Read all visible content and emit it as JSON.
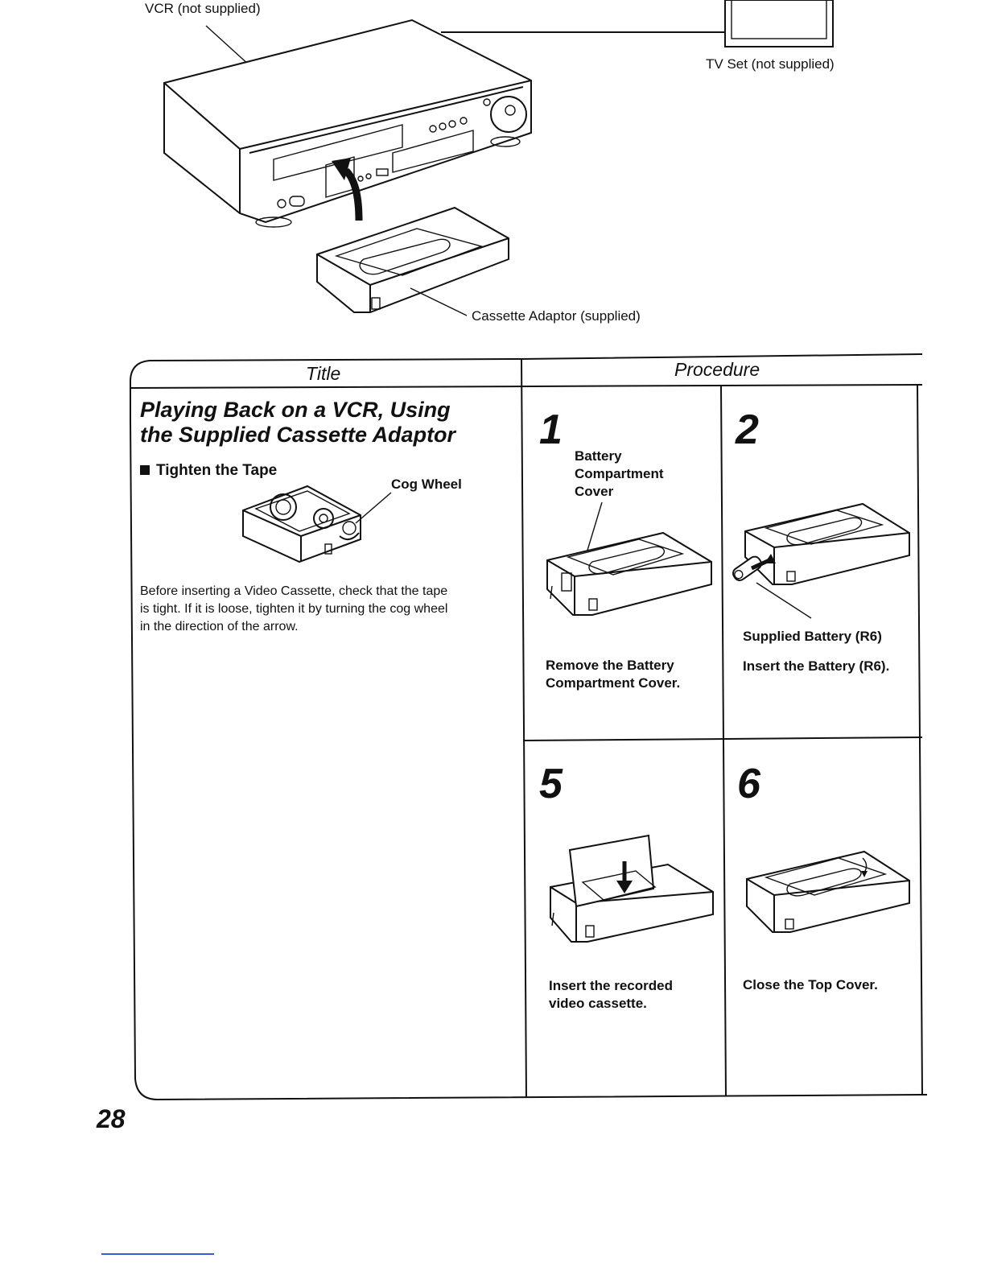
{
  "top_illustration": {
    "vcr_label": "VCR (not supplied)",
    "tv_label": "TV Set (not supplied)",
    "adaptor_label": "Cassette Adaptor (supplied)"
  },
  "table": {
    "title_header": "Title",
    "procedure_header": "Procedure"
  },
  "section": {
    "title_line1": "Playing Back on a VCR, Using",
    "title_line2": "the Supplied Cassette Adaptor",
    "bullet_heading": "Tighten the Tape",
    "cog_wheel_label": "Cog Wheel",
    "body_line1": "Before inserting a Video Cassette, check that the tape",
    "body_line2": "is tight. If it is loose, tighten it by turning the cog wheel",
    "body_line3": "in the direction of the arrow."
  },
  "steps": [
    {
      "number": "1",
      "callout": [
        "Battery",
        "Compartment",
        "Cover"
      ],
      "desc": [
        "Remove the Battery",
        "Compartment Cover."
      ]
    },
    {
      "number": "2",
      "callout": [
        "Supplied Battery (R6)"
      ],
      "desc": [
        "Insert the Battery (R6)."
      ]
    },
    {
      "number": "5",
      "desc": [
        "Insert the recorded",
        "video cassette."
      ]
    },
    {
      "number": "6",
      "desc": [
        "Close the Top Cover."
      ]
    }
  ],
  "page_number": "28"
}
